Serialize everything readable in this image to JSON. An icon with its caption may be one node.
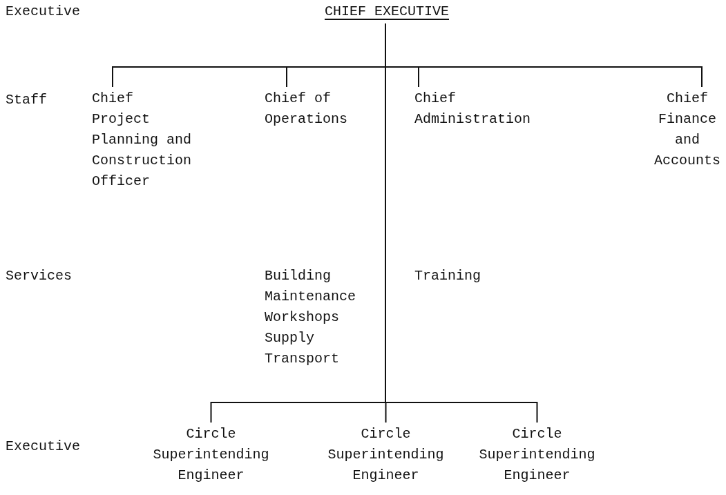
{
  "diagram": {
    "nodes": [
      {
        "text": [
          "CHIEF EXECUTIVE"
        ]
      },
      {
        "text": [
          "Chief Project Planning and Construction Officer"
        ]
      },
      {
        "text": [
          "Chief of Operations"
        ]
      },
      {
        "text": [
          "Chief Administration"
        ]
      },
      {
        "text": [
          "Chief Finance and Accounts"
        ]
      },
      {
        "text": [
          "Circle Superintending Engineer"
        ]
      },
      {
        "text": [
          "Circle Superintending Engineer"
        ]
      },
      {
        "text": [
          "Circle Superintending Engineer"
        ]
      }
    ],
    "edges": [
      {
        "from": 0,
        "to": 1,
        "arrow": "none"
      },
      {
        "from": 0,
        "to": 2,
        "arrow": "none"
      },
      {
        "from": 0,
        "to": 3,
        "arrow": "none"
      },
      {
        "from": 0,
        "to": 4,
        "arrow": "none"
      },
      {
        "from": 0,
        "to": 5,
        "arrow": "none"
      },
      {
        "from": 0,
        "to": 6,
        "arrow": "none"
      },
      {
        "from": 0,
        "to": 7,
        "arrow": "none"
      }
    ],
    "labels": [
      "Executive",
      "Staff",
      "Services",
      "Building",
      "Maintenance",
      "Workshops",
      "Supply",
      "Transport",
      "Training",
      "Executive"
    ]
  }
}
